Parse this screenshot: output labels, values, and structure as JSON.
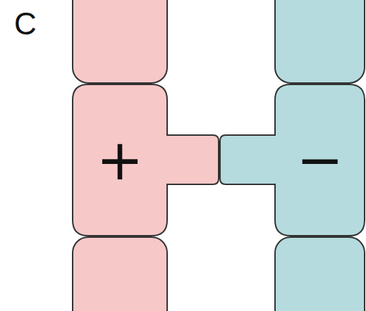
{
  "diagram": {
    "nodes": [
      {
        "text": [
          "+"
        ]
      },
      {
        "text": [
          "−"
        ]
      }
    ],
    "labels": [
      "C"
    ]
  }
}
